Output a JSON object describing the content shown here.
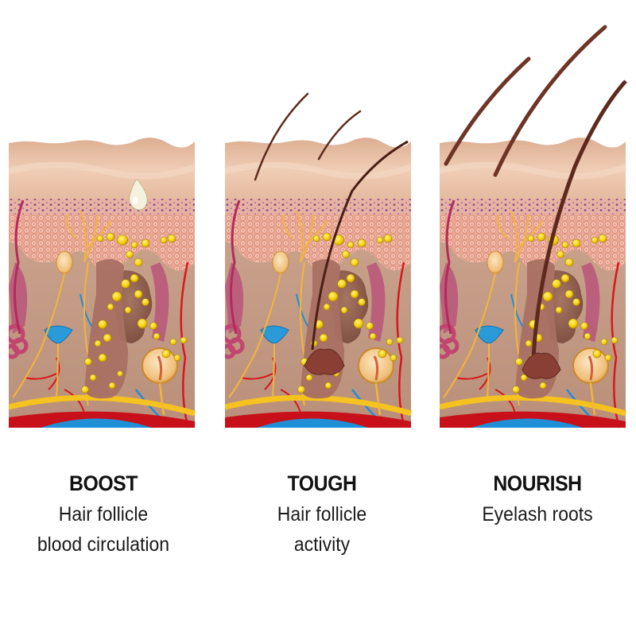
{
  "panels": [
    {
      "id": "boost",
      "title": "BOOST",
      "lines": [
        "Hair follicle",
        "blood circulation"
      ],
      "illustration": "skin-cross-section-with-serum-drop",
      "hair_length": "none"
    },
    {
      "id": "tough",
      "title": "TOUGH",
      "lines": [
        "Hair follicle",
        "activity"
      ],
      "illustration": "skin-cross-section-short-hairs",
      "hair_length": "short"
    },
    {
      "id": "nourish",
      "title": "NOURISH",
      "lines": [
        "Eyelash roots"
      ],
      "illustration": "skin-cross-section-long-hairs",
      "hair_length": "long"
    }
  ],
  "colors": {
    "background": "#ffffff",
    "text": "#111111",
    "epidermis": "#e8bfa2",
    "dermis": "#c79f88",
    "nutrient_dots": "#f5d10f",
    "nerve": "#f2b53b",
    "artery": "#d8161c",
    "vein": "#1f8fd6",
    "hair": "#5e2a1e",
    "muscle": "#b8557a"
  }
}
